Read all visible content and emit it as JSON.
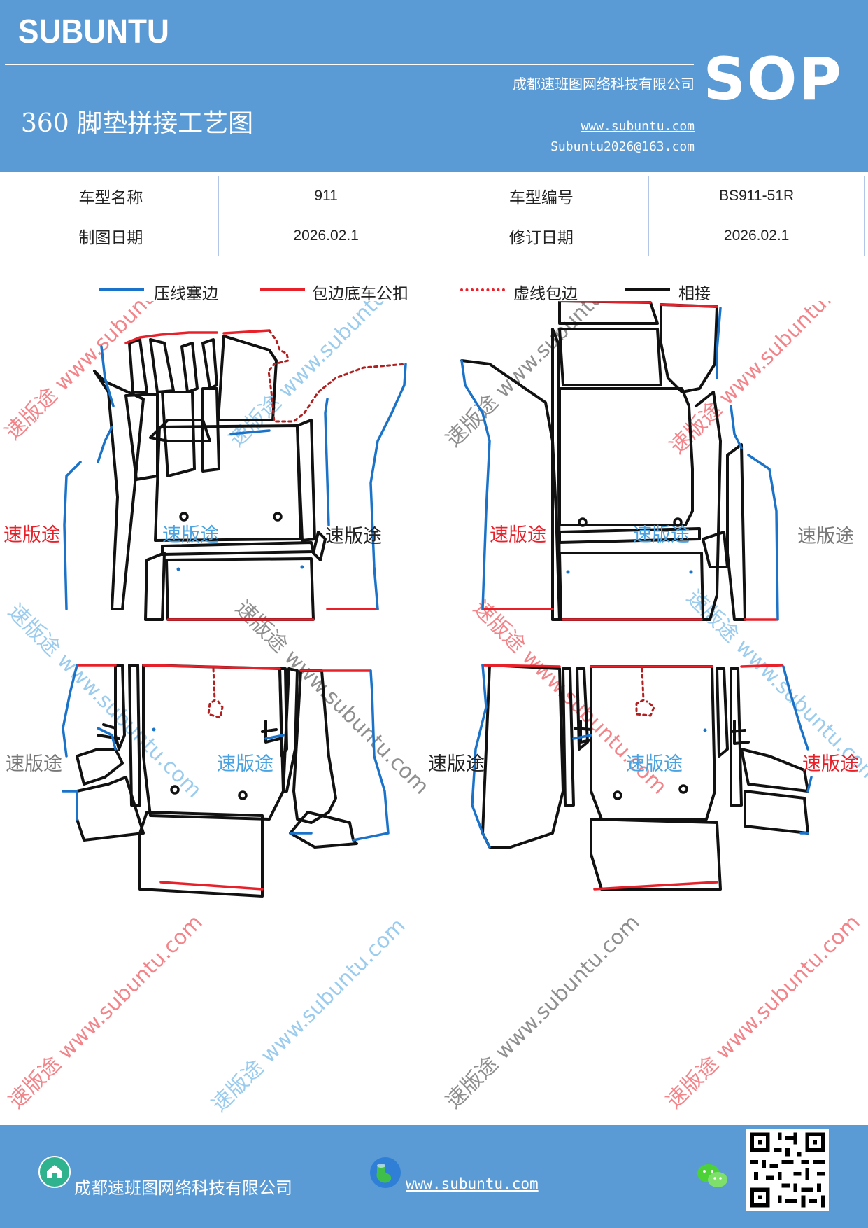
{
  "header": {
    "brand": "SUBUNTU",
    "company": "成都速班图网络科技有限公司",
    "title": "360 脚垫拼接工艺图",
    "website": "www.subuntu.com",
    "email": "Subuntu2026@163.com",
    "badge": "SOP"
  },
  "info_table": {
    "model_name_label": "车型名称",
    "model_name": "911",
    "model_code_label": "车型编号",
    "model_code": "BS911-51R",
    "draw_date_label": "制图日期",
    "draw_date": "2026.02.1",
    "revise_date_label": "修订日期",
    "revise_date": "2026.02.1"
  },
  "legend": {
    "items": [
      {
        "label": "压线塞边",
        "color": "#1a73c8",
        "style": "solid"
      },
      {
        "label": "包边底车公扣",
        "color": "#e8202a",
        "style": "solid"
      },
      {
        "label": "虚线包边",
        "color": "#e8202a",
        "style": "dotted"
      },
      {
        "label": "相接",
        "color": "#111111",
        "style": "solid"
      }
    ]
  },
  "diagram": {
    "labels": [
      {
        "text": "速版途",
        "color": "#e8202a"
      },
      {
        "text": "速版途",
        "color": "#4aa3e0"
      },
      {
        "text": "速版途",
        "color": "#222222"
      },
      {
        "text": "速版途",
        "color": "#e8202a"
      },
      {
        "text": "速版途",
        "color": "#4aa3e0"
      },
      {
        "text": "速版途",
        "color": "#777777"
      },
      {
        "text": "速版途",
        "color": "#777777"
      },
      {
        "text": "速版途",
        "color": "#4aa3e0"
      },
      {
        "text": "速版途",
        "color": "#222222"
      },
      {
        "text": "速版途",
        "color": "#4aa3e0"
      },
      {
        "text": "速版途",
        "color": "#e8202a"
      }
    ],
    "watermark_text": "速版途 www.subuntu.com"
  },
  "footer": {
    "company": "成都速班图网络科技有限公司",
    "website": "www.subuntu.com"
  },
  "colors": {
    "brand_blue": "#5b9bd5",
    "line_blue": "#1a73c8",
    "line_red": "#e8202a",
    "line_black": "#111111"
  }
}
